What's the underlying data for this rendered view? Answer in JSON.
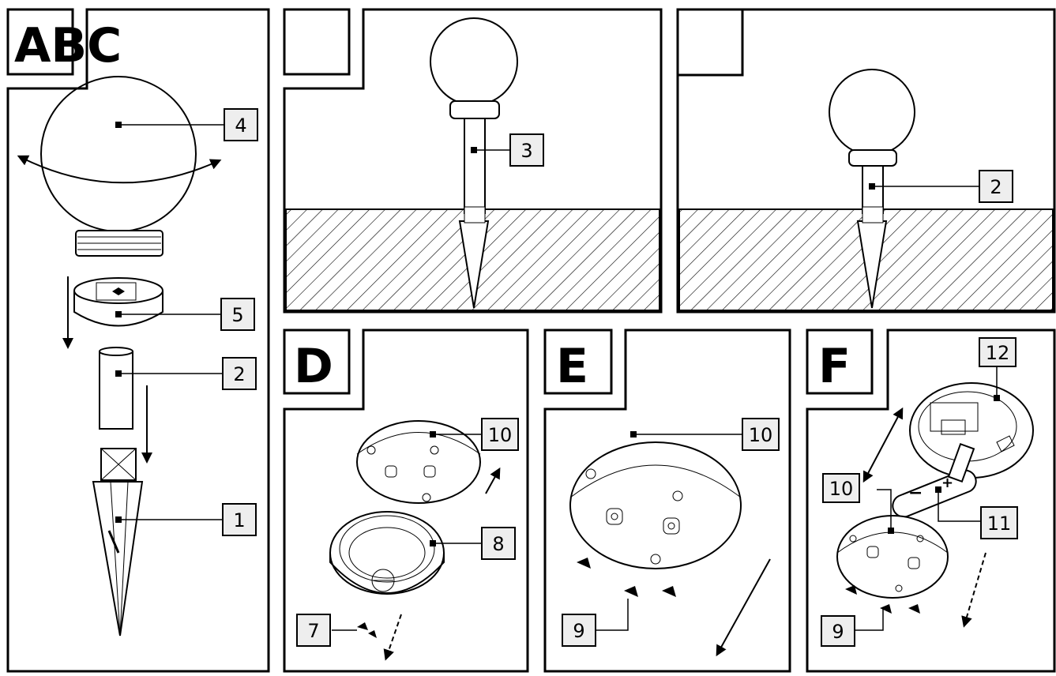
{
  "panels": {
    "abc_label": "ABC",
    "d_label": "D",
    "e_label": "E",
    "f_label": "F"
  },
  "parts": {
    "p1": "1",
    "p2a": "2",
    "p2b": "2",
    "p3": "3",
    "p4": "4",
    "p5": "5",
    "p7": "7",
    "p8": "8",
    "p9e": "9",
    "p9f": "9",
    "p10d": "10",
    "p10e": "10",
    "p10f": "10",
    "p11": "11",
    "p12": "12"
  },
  "battery": {
    "minus": "−",
    "plus": "+"
  }
}
